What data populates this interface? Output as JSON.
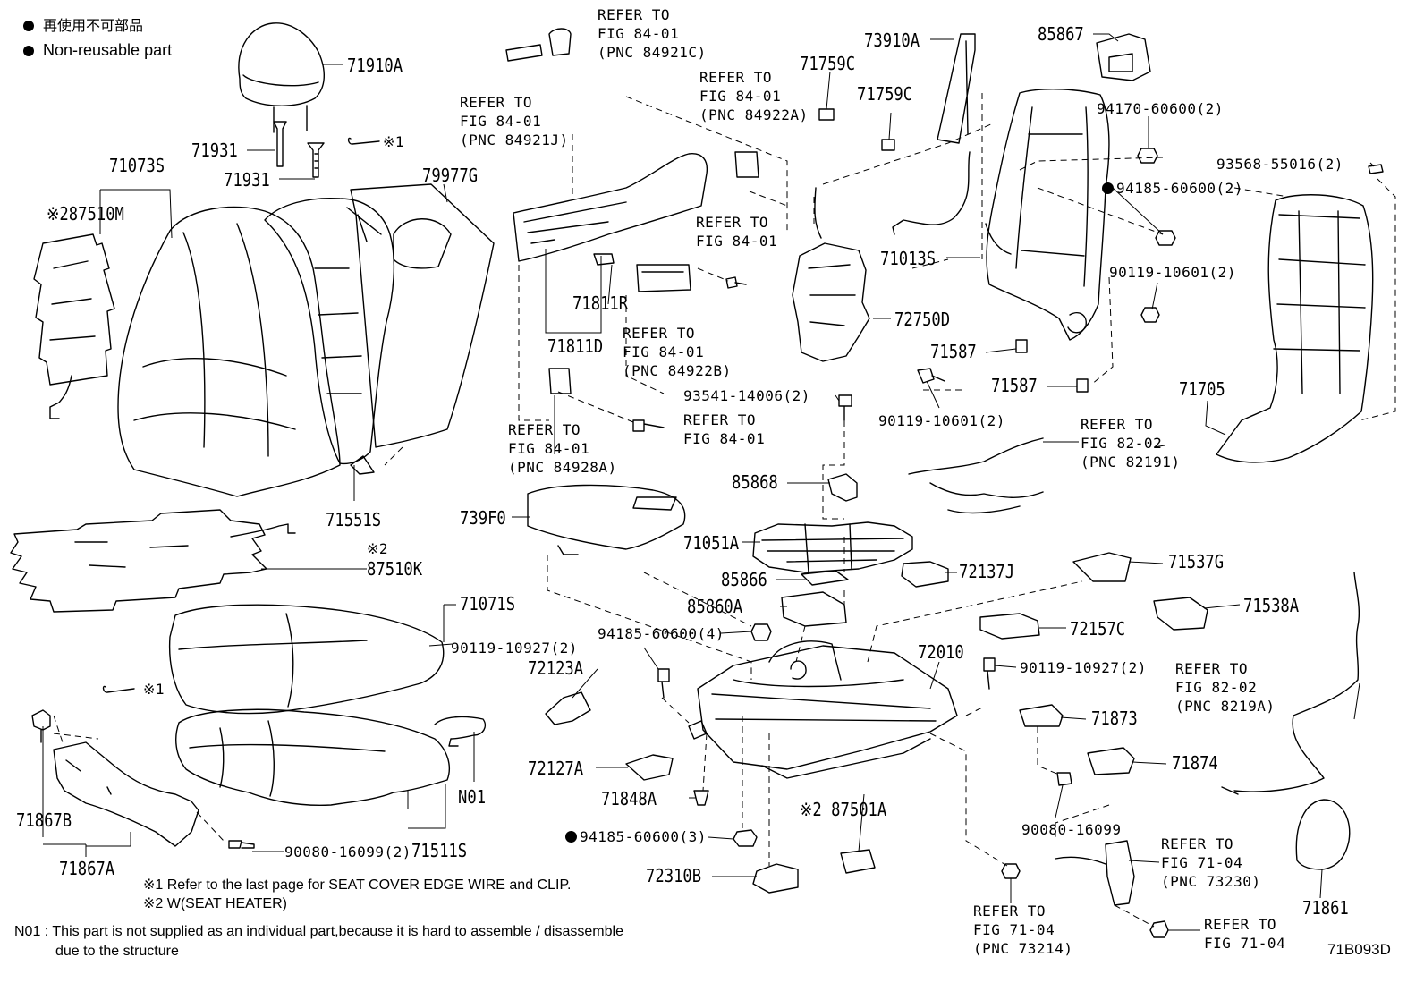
{
  "legend": {
    "line_jp": "再使用不可部品",
    "line_en": "Non-reusable part"
  },
  "parts": {
    "p71910A": "71910A",
    "p71931a": "71931",
    "p71931b": "71931",
    "p71073S": "71073S",
    "p87510M": "87510M",
    "p79977G": "79977G",
    "p71551S": "71551S",
    "p87510K": "87510K",
    "p71071S": "71071S",
    "p71867B": "71867B",
    "p71867A": "71867A",
    "p90080_16099_2": "90080-16099(2)",
    "p71511S": "71511S",
    "pN01": "N01",
    "p71811R": "71811R",
    "p71811D": "71811D",
    "p739F0": "739F0",
    "p71051A": "71051A",
    "p85868": "85868",
    "p85866": "85866",
    "p85860A": "85860A",
    "p94185_60600_4": "94185-60600(4)",
    "p90119_10927_2a": "90119-10927(2)",
    "p72123A": "72123A",
    "p72127A": "72127A",
    "p71848A": "71848A",
    "p94185_60600_3": "94185-60600(3)",
    "p72310B": "72310B",
    "p87501A": "87501A",
    "p93541_14006_2": "93541-14006(2)",
    "p71759Ca": "71759C",
    "p71759Cb": "71759C",
    "p73910A": "73910A",
    "p85867": "85867",
    "p94170_60600_2": "94170-60600(2)",
    "p93568_55016_2": "93568-55016(2)",
    "p94185_60600_2": "94185-60600(2)",
    "p71013S": "71013S",
    "p72750D": "72750D",
    "p90119_10601_2a": "90119-10601(2)",
    "p90119_10601_2b": "90119-10601(2)",
    "p71587a": "71587",
    "p71587b": "71587",
    "p71705": "71705",
    "p72137J": "72137J",
    "p71537G": "71537G",
    "p71538A": "71538A",
    "p72157C": "72157C",
    "p72010": "72010",
    "p90119_10927_2b": "90119-10927(2)",
    "p71873": "71873",
    "p71874": "71874",
    "p90080_16099": "90080-16099",
    "p71861": "71861"
  },
  "refs": {
    "r84921C": [
      "REFER TO",
      "FIG 84-01",
      "(PNC 84921C)"
    ],
    "r84921J": [
      "REFER TO",
      "FIG 84-01",
      "(PNC 84921J)"
    ],
    "r84922A": [
      "REFER TO",
      "FIG 84-01",
      "(PNC 84922A)"
    ],
    "r8401a": [
      "REFER TO",
      "FIG 84-01"
    ],
    "r84922B": [
      "REFER TO",
      "FIG 84-01",
      "(PNC 84922B)"
    ],
    "r8401b": [
      "REFER TO",
      "FIG 84-01"
    ],
    "r84928A": [
      "REFER TO",
      "FIG 84-01",
      "(PNC 84928A)"
    ],
    "r82191": [
      "REFER TO",
      "FIG 82-02",
      "(PNC 82191)"
    ],
    "r8219A": [
      "REFER TO",
      "FIG 82-02",
      "(PNC 8219A)"
    ],
    "r73230": [
      "REFER TO",
      "FIG 71-04",
      "(PNC 73230)"
    ],
    "r73214": [
      "REFER TO",
      "FIG 71-04",
      "(PNC 73214)"
    ],
    "r7104": [
      "REFER TO",
      "FIG 71-04"
    ]
  },
  "marks": {
    "m1_text": "※1",
    "m2_text": "※2"
  },
  "notes": {
    "note1": "※1  Refer to the last page for SEAT COVER EDGE WIRE and CLIP.",
    "note2": "※2  W(SEAT HEATER)",
    "n01_line1": "N01 : This part is not supplied as an individual part,because it is hard to assemble / disassemble",
    "n01_line2": "due to the structure",
    "figure_code": "71B093D"
  }
}
